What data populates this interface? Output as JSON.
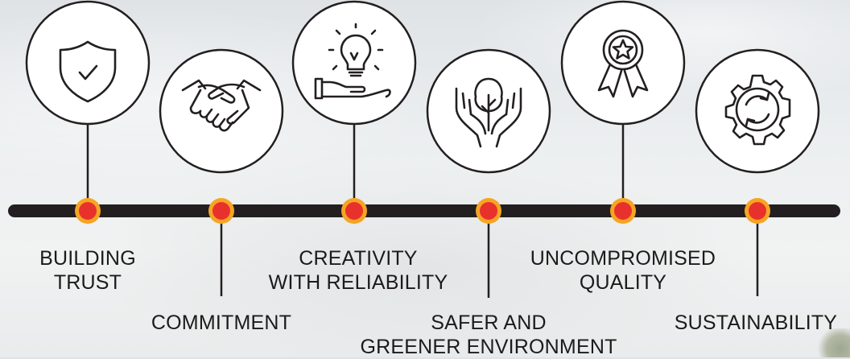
{
  "colors": {
    "line": "#231f20",
    "marker_outer": "#f6a523",
    "marker_inner": "#e8312c",
    "icon_stroke": "#231f20",
    "circle_fill": "#ffffff"
  },
  "milestones": [
    {
      "icon": "shield-check-icon",
      "label_lines": [
        "BUILDING",
        "TRUST"
      ]
    },
    {
      "icon": "handshake-icon",
      "label_lines": [
        "COMMITMENT"
      ]
    },
    {
      "icon": "hand-lightbulb-icon",
      "label_lines": [
        "CREATIVITY",
        "WITH RELIABILITY"
      ]
    },
    {
      "icon": "hands-tree-icon",
      "label_lines": [
        "SAFER AND",
        "GREENER ENVIRONMENT"
      ]
    },
    {
      "icon": "award-ribbon-icon",
      "label_lines": [
        "UNCOMPROMISED",
        "QUALITY"
      ]
    },
    {
      "icon": "gear-cycle-icon",
      "label_lines": [
        "SUSTAINABILITY"
      ]
    }
  ]
}
